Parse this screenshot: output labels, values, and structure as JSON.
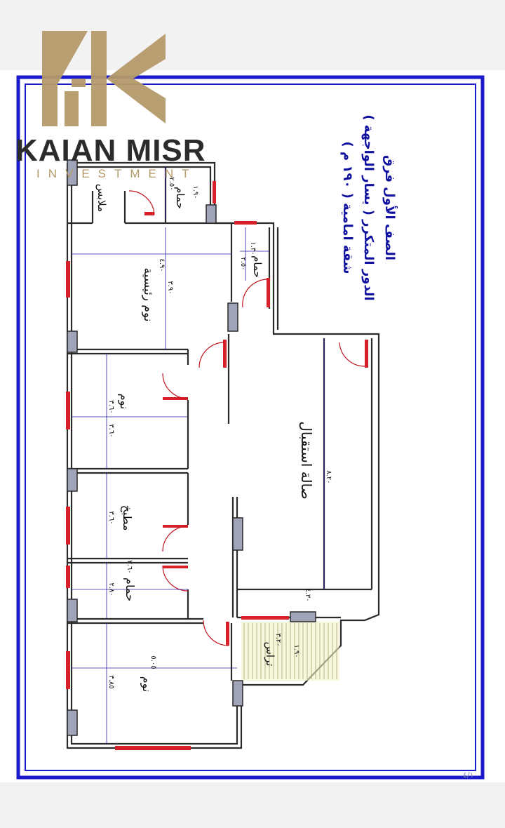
{
  "brand": {
    "name": "KAIAN MISR",
    "tagline": "INVESTMENT",
    "logo_color": "#b59a6a"
  },
  "plan": {
    "title_lines": [
      "الصف الأول فرق",
      "الدور المتكرر ( يسار الواجهة )",
      "شقة امامية ( ١٩٠ م )"
    ],
    "rooms": {
      "dressing": "ملابس",
      "bath_top": "حمام",
      "bath_mid": "حمام",
      "master_bedroom": "نوم رئيسية",
      "bedroom_2": "نوم",
      "kitchen": "مطبخ",
      "bath_lower": "حمام",
      "bedroom_3": "نوم",
      "reception": "صالة استقبال",
      "terrace": "تراس"
    },
    "dimensions": {
      "d1": "٢.٥٠",
      "d2": "١.٩٠",
      "d3": "١.٣٠",
      "d4": "٢.٥٠",
      "d5": "٤.٩٠",
      "d6": "٣.٩٠",
      "d7": "٣.٦٠",
      "d8": "٣.٦٠",
      "d9": "٣.٦٠",
      "d10": "٣.٦٠",
      "d11": "٢.٨٠",
      "d12": "٥.٠٥",
      "d13": "٣.٨٥",
      "d14": "٨.٢٠",
      "d15": "٤.٣٠",
      "d16": "٣.٢٠",
      "d17": "١.٩٠"
    },
    "page_number": "٤/١"
  },
  "colors": {
    "frame": "#1a1acc",
    "wall": "#2a2a2a",
    "window": "#d8202a",
    "column": "#a0a4b8",
    "dimension": "#2222aa",
    "title": "#1010a0"
  }
}
